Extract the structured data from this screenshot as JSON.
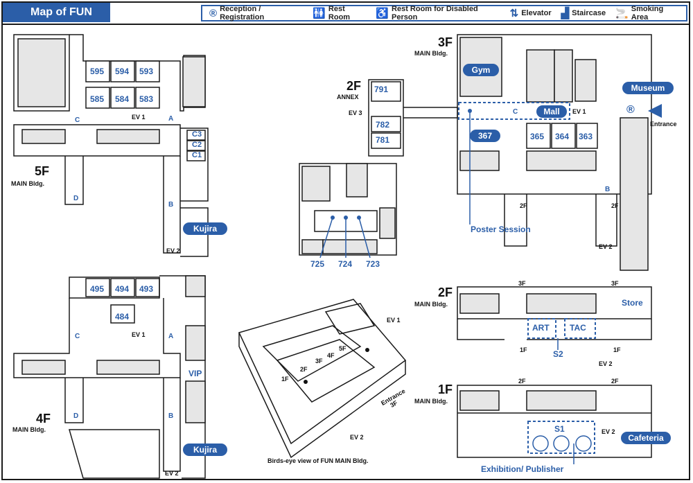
{
  "header": {
    "title": "Map of  FUN",
    "legend": [
      {
        "icon": "registration-icon",
        "glyph": "®",
        "label": "Reception / Registration"
      },
      {
        "icon": "restroom-icon",
        "glyph": "🚻",
        "label": "Rest Room"
      },
      {
        "icon": "accessible-icon",
        "glyph": "♿",
        "label": "Rest Room  for Disabled Person"
      },
      {
        "icon": "elevator-icon",
        "glyph": "⇅",
        "label": "Elevator"
      },
      {
        "icon": "staircase-icon",
        "glyph": "▟",
        "label": "Staircase"
      },
      {
        "icon": "smoking-icon",
        "glyph": "🚬",
        "label": "Smoking Area"
      }
    ]
  },
  "floor5": {
    "floor": "5F",
    "building": "MAIN Bldg.",
    "rooms": [
      "595",
      "594",
      "593",
      "585",
      "584",
      "583"
    ],
    "ev1": "EV 1",
    "ev2": "EV 2",
    "stairs": [
      "A",
      "B",
      "C",
      "D"
    ],
    "side_rooms": [
      "C3",
      "C2",
      "C1"
    ],
    "kujira": "Kujira"
  },
  "floor4": {
    "floor": "4F",
    "building": "MAIN Bldg.",
    "rooms": [
      "495",
      "494",
      "493",
      "484"
    ],
    "ev1": "EV 1",
    "ev2": "EV 2",
    "stairs": [
      "A",
      "B",
      "C",
      "D"
    ],
    "vip": "VIP",
    "kujira": "Kujira"
  },
  "annex2f": {
    "floor": "2F",
    "building": "ANNEX",
    "rooms": [
      "791",
      "782",
      "781"
    ],
    "ev3": "EV 3",
    "pins": [
      "725",
      "724",
      "723"
    ]
  },
  "floor3": {
    "floor": "3F",
    "building": "MAIN Bldg.",
    "gym": "Gym",
    "museum": "Museum",
    "mall": "Mall",
    "rooms": [
      "367",
      "365",
      "364",
      "363"
    ],
    "ev1": "EV 1",
    "ev2": "EV 2",
    "stairs": [
      "B",
      "C"
    ],
    "down": "2F",
    "entrance": "Entrance",
    "poster": "Poster Session"
  },
  "floor2": {
    "floor": "2F",
    "building": "MAIN Bldg.",
    "up": "3F",
    "down": "1F",
    "art": "ART",
    "tac": "TAC",
    "store": "Store",
    "s2": "S2",
    "ev2": "EV 2"
  },
  "floor1": {
    "floor": "1F",
    "building": "MAIN Bldg.",
    "up": "2F",
    "s1": "S1",
    "cafeteria": "Cafeteria",
    "ev2": "EV 2",
    "exhibition": "Exhibition/ Publisher"
  },
  "birdseye": {
    "caption": "Birds-eye view of  FUN  MAIN  Bldg.",
    "floors": [
      "1F",
      "2F",
      "3F",
      "4F",
      "5F"
    ],
    "ev1": "EV 1",
    "ev2": "EV 2",
    "entrance": "Entrance",
    "entrance_floor": "3F"
  },
  "colors": {
    "accent": "#2b5ea8",
    "wall": "#1a1a1a",
    "room_fill": "#e6e6e6"
  }
}
